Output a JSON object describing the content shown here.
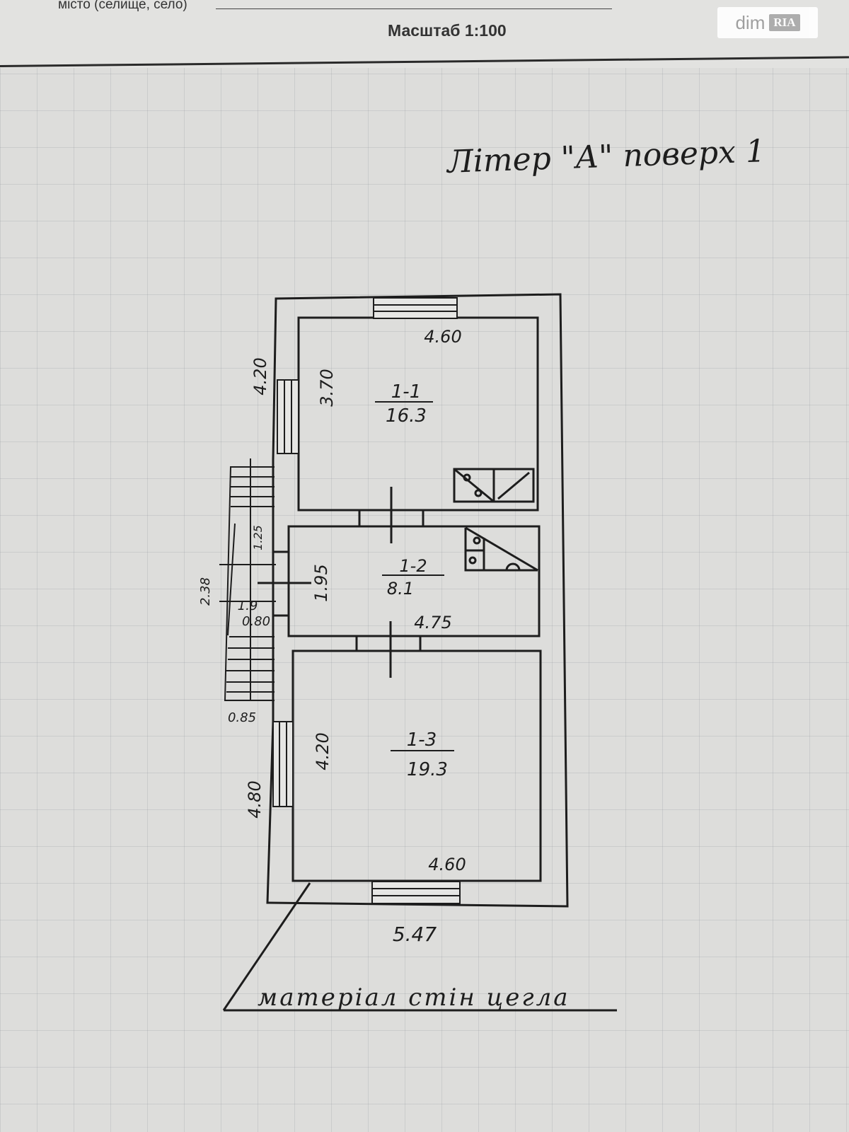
{
  "header": {
    "place_label": "місто (селище, село)",
    "scale": "Масштаб 1:100"
  },
  "watermark": {
    "word": "dim",
    "badge": "RIA"
  },
  "sheet_title": "Літер \"А\" поверх 1",
  "rooms": [
    {
      "id": "1-1",
      "area": "16.3",
      "width": "4.60",
      "depth": "3.70"
    },
    {
      "id": "1-2",
      "area": "8.1",
      "width": "4.75",
      "depth": "1.95"
    },
    {
      "id": "1-3",
      "area": "19.3",
      "width": "4.60",
      "depth": "4.20"
    }
  ],
  "dimensions": {
    "overall_width": "5.47",
    "outer_left_top": "4.20",
    "outer_left_bottom": "4.80",
    "porch_height": "2.38",
    "porch_depth": "1.9",
    "porch_step_a": "1.25",
    "porch_step_b": "0.80",
    "porch_offset": "0.85"
  },
  "wall_material": "матеріал стін цегла"
}
